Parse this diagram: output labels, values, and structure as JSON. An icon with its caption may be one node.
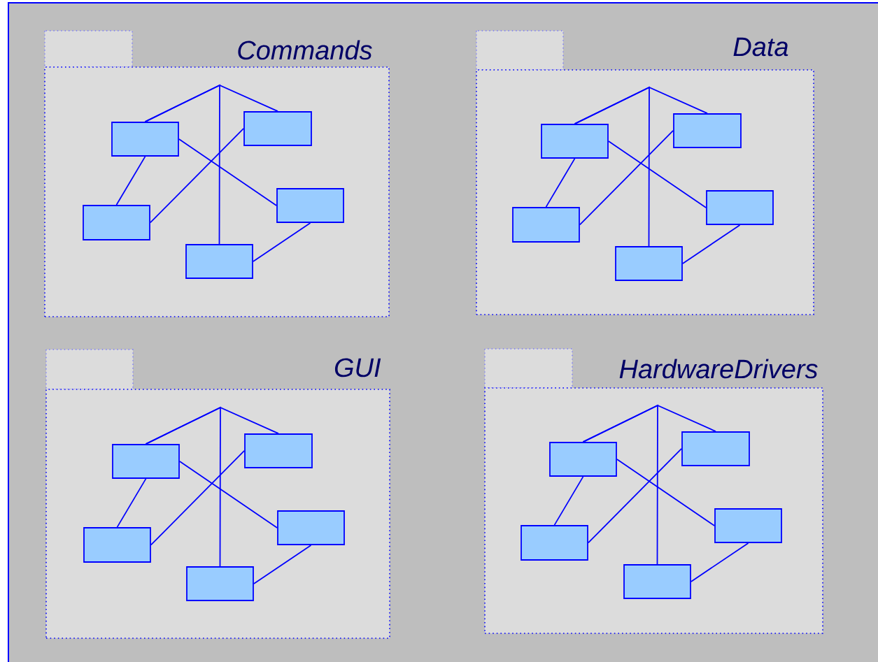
{
  "diagram": {
    "nodes": [
      {
        "text": [
          "Commands"
        ]
      },
      {
        "text": [],
        "shape": "box",
        "in": 0
      },
      {
        "text": [],
        "shape": "box",
        "in": 0
      },
      {
        "text": [],
        "shape": "box",
        "in": 0
      },
      {
        "text": [],
        "shape": "box",
        "in": 0
      },
      {
        "text": [],
        "shape": "box",
        "in": 0
      },
      {
        "text": [
          "Data"
        ]
      },
      {
        "text": [],
        "shape": "box",
        "in": 6
      },
      {
        "text": [],
        "shape": "box",
        "in": 6
      },
      {
        "text": [],
        "shape": "box",
        "in": 6
      },
      {
        "text": [],
        "shape": "box",
        "in": 6
      },
      {
        "text": [],
        "shape": "box",
        "in": 6
      },
      {
        "text": [
          "GUI"
        ]
      },
      {
        "text": [],
        "shape": "box",
        "in": 12
      },
      {
        "text": [],
        "shape": "box",
        "in": 12
      },
      {
        "text": [],
        "shape": "box",
        "in": 12
      },
      {
        "text": [],
        "shape": "box",
        "in": 12
      },
      {
        "text": [],
        "shape": "box",
        "in": 12
      },
      {
        "text": [
          "HardwareDrivers"
        ]
      },
      {
        "text": [],
        "shape": "box",
        "in": 18
      },
      {
        "text": [],
        "shape": "box",
        "in": 18
      },
      {
        "text": [],
        "shape": "box",
        "in": 18
      },
      {
        "text": [],
        "shape": "box",
        "in": 18
      },
      {
        "text": [],
        "shape": "box",
        "in": 18
      }
    ],
    "edges": [
      {
        "from": 1,
        "to": 2,
        "arrow": "none"
      },
      {
        "from": 1,
        "to": 5,
        "arrow": "none"
      },
      {
        "from": 1,
        "to": 4,
        "arrow": "none"
      },
      {
        "from": 3,
        "to": 1,
        "arrow": "none"
      },
      {
        "from": 3,
        "to": 2,
        "arrow": "none"
      },
      {
        "from": 5,
        "to": 4,
        "arrow": "none"
      },
      {
        "from": 7,
        "to": 8,
        "arrow": "none"
      },
      {
        "from": 7,
        "to": 11,
        "arrow": "none"
      },
      {
        "from": 7,
        "to": 10,
        "arrow": "none"
      },
      {
        "from": 9,
        "to": 7,
        "arrow": "none"
      },
      {
        "from": 9,
        "to": 8,
        "arrow": "none"
      },
      {
        "from": 11,
        "to": 10,
        "arrow": "none"
      },
      {
        "from": 13,
        "to": 14,
        "arrow": "none"
      },
      {
        "from": 13,
        "to": 17,
        "arrow": "none"
      },
      {
        "from": 13,
        "to": 16,
        "arrow": "none"
      },
      {
        "from": 15,
        "to": 13,
        "arrow": "none"
      },
      {
        "from": 15,
        "to": 14,
        "arrow": "none"
      },
      {
        "from": 17,
        "to": 16,
        "arrow": "none"
      },
      {
        "from": 19,
        "to": 20,
        "arrow": "none"
      },
      {
        "from": 19,
        "to": 23,
        "arrow": "none"
      },
      {
        "from": 19,
        "to": 22,
        "arrow": "none"
      },
      {
        "from": 21,
        "to": 19,
        "arrow": "none"
      },
      {
        "from": 21,
        "to": 20,
        "arrow": "none"
      },
      {
        "from": 23,
        "to": 22,
        "arrow": "none"
      }
    ]
  }
}
